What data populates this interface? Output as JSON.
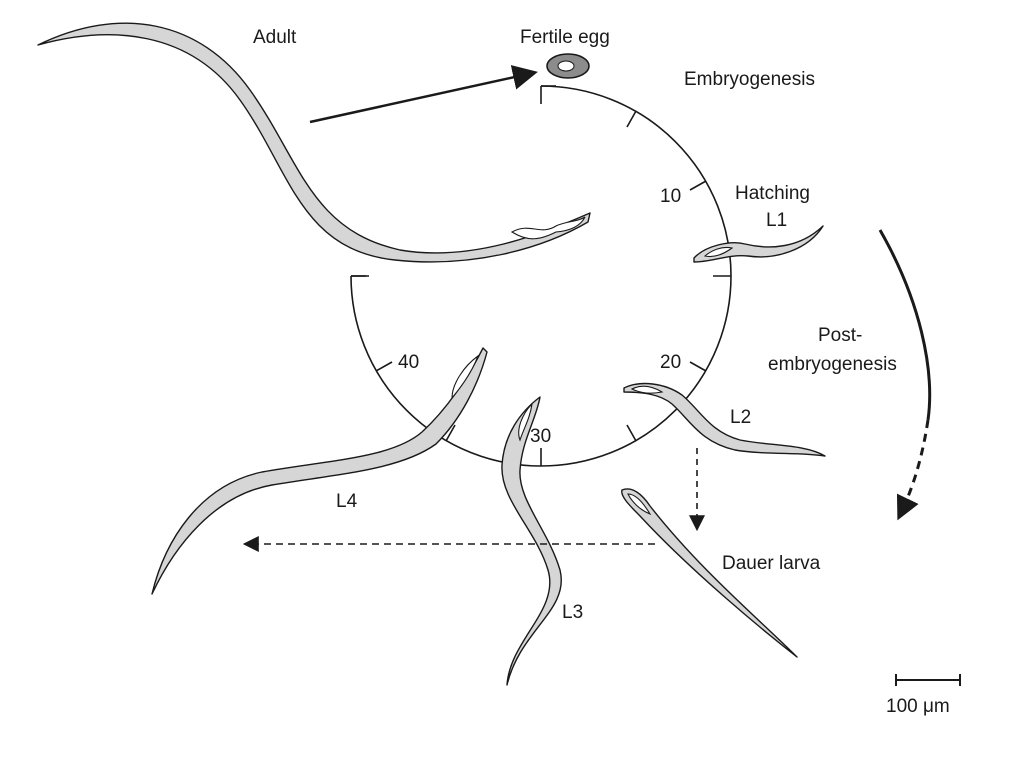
{
  "labels": {
    "adult": "Adult",
    "fertile_egg": "Fertile egg",
    "embryogenesis": "Embryogenesis",
    "hatching": "Hatching",
    "l1": "L1",
    "post_line1": "Post-",
    "post_line2": "embryogenesis",
    "l2": "L2",
    "dauer": "Dauer larva",
    "l3": "L3",
    "l4": "L4",
    "scale": "100 μm"
  },
  "clock_ticks": {
    "t10": "10",
    "t20": "20",
    "t30": "30",
    "t40": "40"
  },
  "colors": {
    "worm_fill": "#d6d6d6",
    "line": "#1a1a1a",
    "egg_fill": "#8c8c8c"
  }
}
